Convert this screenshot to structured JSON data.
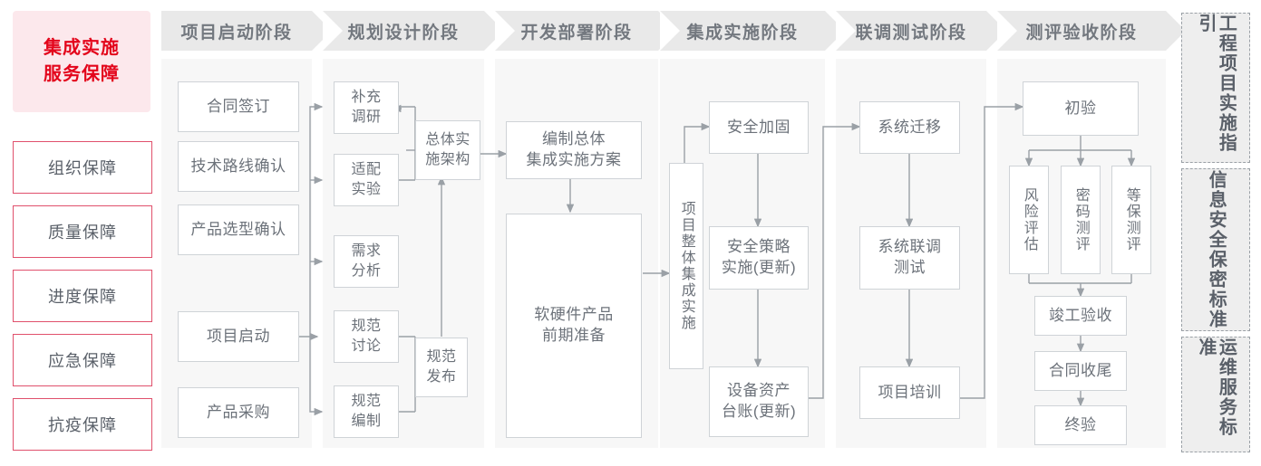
{
  "guarantee": {
    "title": "集成实施\n服务保障",
    "title_line1": "集成实施",
    "title_line2": "服务保障",
    "items": [
      {
        "label": "组织保障"
      },
      {
        "label": "质量保障"
      },
      {
        "label": "进度保障"
      },
      {
        "label": "应急保障"
      },
      {
        "label": "抗疫保障"
      }
    ],
    "accent_color": "#e3051b",
    "box_border_color": "#e0506c",
    "title_bg": "#fce8ec"
  },
  "phases": [
    {
      "id": "p1",
      "header": "项目启动阶段",
      "nodes": [
        {
          "label": "合同签订"
        },
        {
          "label": "技术路线确认"
        },
        {
          "label": "产品选型确认"
        },
        {
          "label": "项目启动"
        },
        {
          "label": "产品采购"
        }
      ]
    },
    {
      "id": "p2",
      "header": "规划设计阶段",
      "nodes": [
        {
          "label": "补充\n调研",
          "l1": "补充",
          "l2": "调研"
        },
        {
          "label": "适配\n实验",
          "l1": "适配",
          "l2": "实验"
        },
        {
          "label": "需求\n分析",
          "l1": "需求",
          "l2": "分析"
        },
        {
          "label": "规范\n讨论",
          "l1": "规范",
          "l2": "讨论"
        },
        {
          "label": "规范\n编制",
          "l1": "规范",
          "l2": "编制"
        },
        {
          "label": "总体实\n施架构",
          "l1": "总体实",
          "l2": "施架构"
        },
        {
          "label": "规范\n发布",
          "l1": "规范",
          "l2": "发布"
        }
      ]
    },
    {
      "id": "p3",
      "header": "开发部署阶段",
      "nodes": [
        {
          "label": "编制总体\n集成实施方案",
          "l1": "编制总体",
          "l2": "集成实施方案"
        },
        {
          "label": "软硬件产品\n前期准备",
          "l1": "软硬件产品",
          "l2": "前期准备"
        }
      ]
    },
    {
      "id": "p4",
      "header": "集成实施阶段",
      "nodes": [
        {
          "label": "项目整体集成实施"
        },
        {
          "label": "安全加固"
        },
        {
          "label": "安全策略\n实施(更新)",
          "l1": "安全策略",
          "l2": "实施(更新)"
        },
        {
          "label": "设备资产\n台账(更新)",
          "l1": "设备资产",
          "l2": "台账(更新)"
        }
      ]
    },
    {
      "id": "p5",
      "header": "联调测试阶段",
      "nodes": [
        {
          "label": "系统迁移"
        },
        {
          "label": "系统联调\n测试",
          "l1": "系统联调",
          "l2": "测试"
        },
        {
          "label": "项目培训"
        }
      ]
    },
    {
      "id": "p6",
      "header": "测评验收阶段",
      "nodes": [
        {
          "label": "初验"
        },
        {
          "label": "风险评估"
        },
        {
          "label": "密码测评"
        },
        {
          "label": "等保测评"
        },
        {
          "label": "竣工验收"
        },
        {
          "label": "合同收尾"
        },
        {
          "label": "终验"
        }
      ]
    }
  ],
  "standards": [
    {
      "label": "工程项目实施指引"
    },
    {
      "label": "信息安全保密标准"
    },
    {
      "label": "运维服务标准"
    }
  ],
  "colors": {
    "panel_bg": "#f7f7f7",
    "header_bg": "#e9e9e9",
    "node_border": "#cfd3d7",
    "text": "#6c727a",
    "wire": "#9aa0a6"
  }
}
